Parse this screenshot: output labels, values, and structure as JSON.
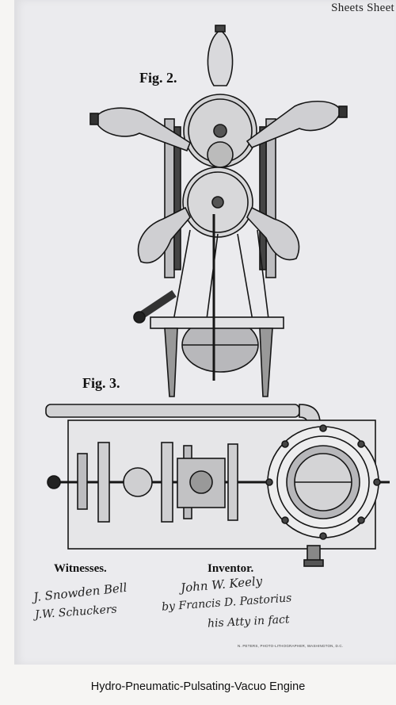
{
  "header": {
    "sheet_text": "Sheets Sheet"
  },
  "figures": {
    "fig2_label": "Fig. 2.",
    "fig3_label": "Fig. 3."
  },
  "signatures": {
    "witnesses_heading": "Witnesses.",
    "inventor_heading": "Inventor.",
    "witness_1": "J. Snowden Bell",
    "witness_2": "J.W. Schuckers",
    "inventor_name": "John W. Keely",
    "attorney_line_1": "by Francis D. Pastorius",
    "attorney_line_2": "his Atty in fact"
  },
  "printer_line": "N. PETERS, PHOTO-LITHOGRAPHER, WASHINGTON, D.C.",
  "caption": "Hydro-Pneumatic-Pulsating-Vacuo Engine"
}
